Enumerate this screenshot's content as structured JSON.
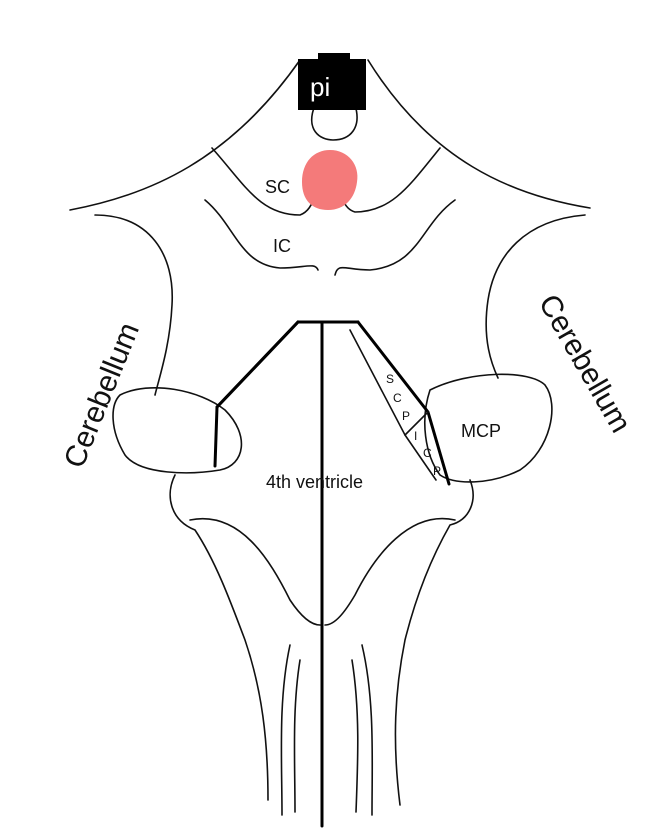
{
  "labels": {
    "pineal": "pi",
    "superior_colliculus": "SC",
    "inferior_colliculus": "IC",
    "cerebellum_left": "Cerebellum",
    "cerebellum_right": "Cerebellum",
    "fourth_ventricle": "4th ventricle",
    "mcp": "MCP",
    "scp_letters": [
      "S",
      "C",
      "P"
    ],
    "icp_letters": [
      "I",
      "C",
      "P"
    ]
  },
  "colors": {
    "highlight_sc": "#f47a7a",
    "pineal_box": "#000000",
    "line": "#111111"
  }
}
